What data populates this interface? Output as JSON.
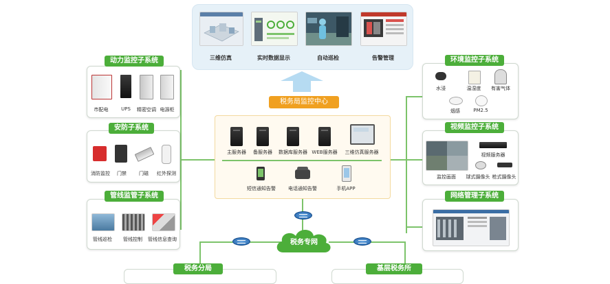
{
  "top_panel": {
    "items": [
      {
        "label": "三维仿真",
        "icon": "3d-simulation-icon"
      },
      {
        "label": "实时数据显示",
        "icon": "realtime-data-icon"
      },
      {
        "label": "自动巡检",
        "icon": "auto-inspection-icon"
      },
      {
        "label": "告警管理",
        "icon": "alarm-management-icon"
      }
    ]
  },
  "center": {
    "title": "税务局监控中心",
    "servers": [
      "主服务器",
      "备服务器",
      "数据库服务器",
      "WEB服务器",
      "三维仿真服务器"
    ],
    "notifications": [
      "短信通知告警",
      "电话通知告警",
      "手机APP"
    ]
  },
  "left_groups": [
    {
      "title": "动力监控子系统",
      "items": [
        "市配电",
        "UPS",
        "精密空调",
        "电源柜"
      ]
    },
    {
      "title": "安防子系统",
      "items": [
        "消防监控",
        "门禁",
        "门磁",
        "红外探测"
      ]
    },
    {
      "title": "管线监管子系统",
      "items": [
        "管线巡检",
        "管线控制",
        "管线信息查询"
      ]
    }
  ],
  "right_groups": [
    {
      "title": "环境监控子系统",
      "items": [
        "水浸",
        "温湿度",
        "有害气体",
        "烟感",
        "PM2.5"
      ]
    },
    {
      "title": "视频监控子系统",
      "items": [
        "视频服务器",
        "监控画面",
        "球式摄像头",
        "枪式摄像头"
      ]
    },
    {
      "title": "网络管理子系统",
      "items": []
    }
  ],
  "network": {
    "label": "税务专网"
  },
  "bottom": {
    "left": "税务分局",
    "right": "基层税务所"
  },
  "colors": {
    "green": "#4cae3a",
    "orange": "#f0a020",
    "top_bg": "#e6f1f8",
    "line": "#7cc36a",
    "arrow": "#b6dbf2"
  }
}
